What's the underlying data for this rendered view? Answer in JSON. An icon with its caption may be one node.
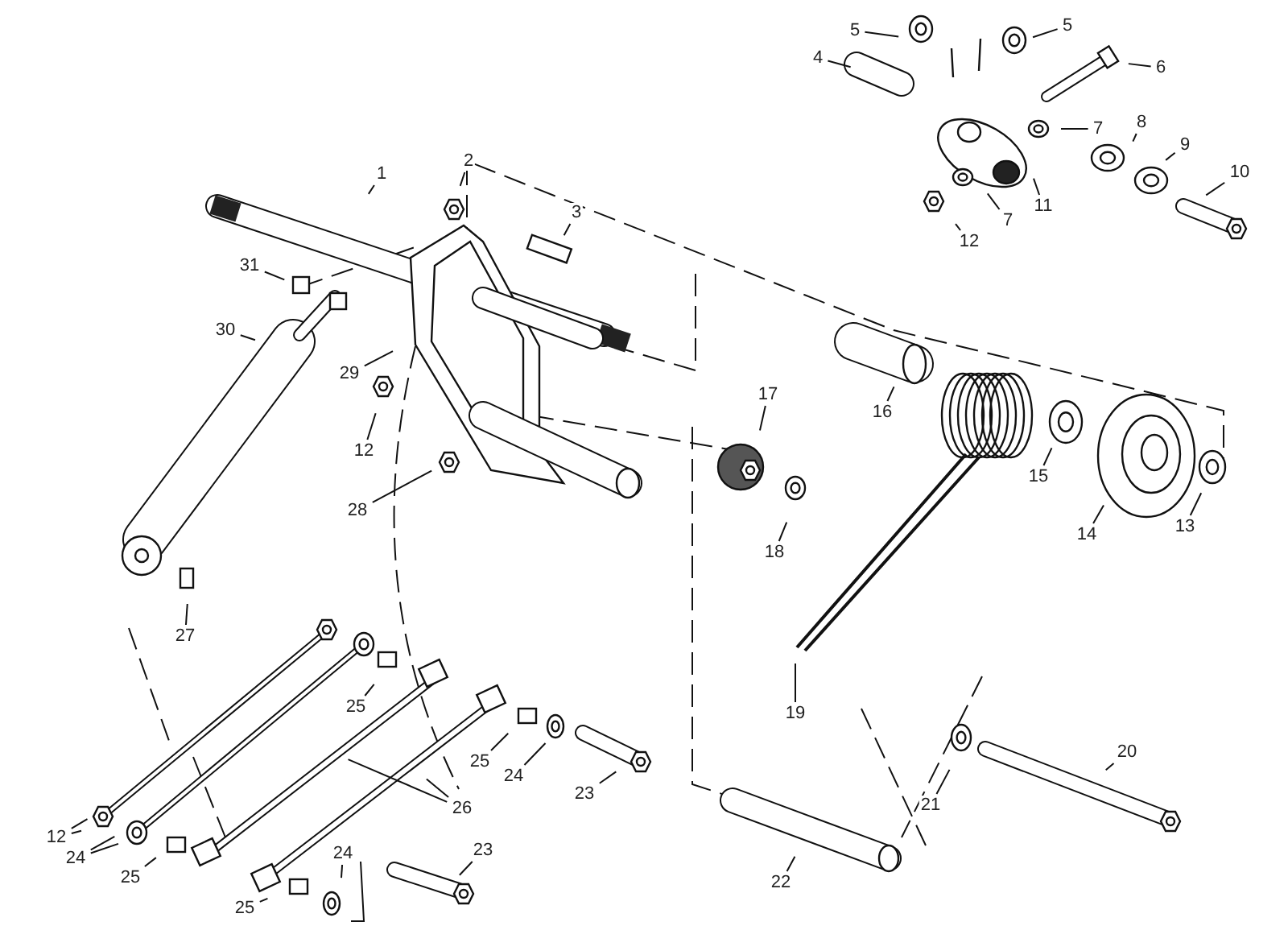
{
  "diagram": {
    "nodes": [
      {
        "text": [
          "5"
        ]
      },
      {
        "text": [
          "5"
        ]
      },
      {
        "text": [
          "4"
        ]
      },
      {
        "text": [
          "6"
        ]
      },
      {
        "text": [
          "7"
        ]
      },
      {
        "text": [
          "8"
        ]
      },
      {
        "text": [
          "9"
        ]
      },
      {
        "text": [
          "2"
        ]
      },
      {
        "text": [
          "10"
        ]
      },
      {
        "text": [
          "1"
        ]
      },
      {
        "text": [
          "11"
        ]
      },
      {
        "text": [
          "3"
        ]
      },
      {
        "text": [
          "7"
        ]
      },
      {
        "text": [
          "12"
        ]
      },
      {
        "text": [
          "31"
        ]
      },
      {
        "text": [
          "30"
        ]
      },
      {
        "text": [
          "29"
        ]
      },
      {
        "text": [
          "17"
        ]
      },
      {
        "text": [
          "16"
        ]
      },
      {
        "text": [
          "12"
        ]
      },
      {
        "text": [
          "15"
        ]
      },
      {
        "text": [
          "28"
        ]
      },
      {
        "text": [
          "13"
        ]
      },
      {
        "text": [
          "14"
        ]
      },
      {
        "text": [
          "18"
        ]
      },
      {
        "text": [
          "27"
        ]
      },
      {
        "text": [
          "25"
        ]
      },
      {
        "text": [
          "19"
        ]
      },
      {
        "text": [
          "25"
        ]
      },
      {
        "text": [
          "20"
        ]
      },
      {
        "text": [
          "24"
        ]
      },
      {
        "text": [
          "23"
        ]
      },
      {
        "text": [
          "26"
        ]
      },
      {
        "text": [
          "21"
        ]
      },
      {
        "text": [
          "12"
        ]
      },
      {
        "text": [
          "24"
        ]
      },
      {
        "text": [
          "23"
        ]
      },
      {
        "text": [
          "24"
        ]
      },
      {
        "text": [
          "25"
        ]
      },
      {
        "text": [
          "22"
        ]
      },
      {
        "text": [
          "25"
        ]
      }
    ],
    "edges": [
      {
        "from": 0,
        "to": null,
        "arrow": "none"
      },
      {
        "from": 1,
        "to": null,
        "arrow": "none"
      },
      {
        "from": 2,
        "to": null,
        "arrow": "none"
      },
      {
        "from": 3,
        "to": null,
        "arrow": "none"
      },
      {
        "from": 4,
        "to": null,
        "arrow": "none"
      },
      {
        "from": 5,
        "to": null,
        "arrow": "none"
      },
      {
        "from": 6,
        "to": null,
        "arrow": "none"
      },
      {
        "from": 7,
        "to": null,
        "arrow": "none"
      },
      {
        "from": 8,
        "to": null,
        "arrow": "none"
      },
      {
        "from": 9,
        "to": null,
        "arrow": "none"
      },
      {
        "from": 10,
        "to": null,
        "arrow": "none"
      },
      {
        "from": 11,
        "to": null,
        "arrow": "none"
      },
      {
        "from": 12,
        "to": null,
        "arrow": "none"
      },
      {
        "from": 13,
        "to": null,
        "arrow": "none"
      },
      {
        "from": 14,
        "to": null,
        "arrow": "none"
      },
      {
        "from": 15,
        "to": null,
        "arrow": "none"
      },
      {
        "from": 16,
        "to": null,
        "arrow": "none"
      },
      {
        "from": 17,
        "to": null,
        "arrow": "none"
      },
      {
        "from": 18,
        "to": null,
        "arrow": "none"
      },
      {
        "from": 19,
        "to": null,
        "arrow": "none"
      },
      {
        "from": 20,
        "to": null,
        "arrow": "none"
      },
      {
        "from": 21,
        "to": null,
        "arrow": "none"
      },
      {
        "from": 22,
        "to": null,
        "arrow": "none"
      },
      {
        "from": 23,
        "to": null,
        "arrow": "none"
      },
      {
        "from": 24,
        "to": null,
        "arrow": "none"
      },
      {
        "from": 25,
        "to": null,
        "arrow": "none"
      },
      {
        "from": 26,
        "to": null,
        "arrow": "none"
      },
      {
        "from": 27,
        "to": null,
        "arrow": "none"
      },
      {
        "from": 28,
        "to": null,
        "arrow": "none"
      },
      {
        "from": 29,
        "to": null,
        "arrow": "none"
      },
      {
        "from": 30,
        "to": null,
        "arrow": "none"
      },
      {
        "from": 31,
        "to": null,
        "arrow": "none"
      },
      {
        "from": 32,
        "to": null,
        "arrow": "none"
      },
      {
        "from": 32,
        "to": null,
        "arrow": "none"
      },
      {
        "from": 33,
        "to": null,
        "arrow": "none"
      },
      {
        "from": 34,
        "to": null,
        "arrow": "none"
      },
      {
        "from": 34,
        "to": null,
        "arrow": "none"
      },
      {
        "from": 35,
        "to": null,
        "arrow": "none"
      },
      {
        "from": 35,
        "to": null,
        "arrow": "none"
      },
      {
        "from": 36,
        "to": null,
        "arrow": "none"
      },
      {
        "from": 37,
        "to": null,
        "arrow": "none"
      },
      {
        "from": 38,
        "to": null,
        "arrow": "none"
      },
      {
        "from": 39,
        "to": null,
        "arrow": "none"
      },
      {
        "from": 40,
        "to": null,
        "arrow": "none"
      }
    ]
  }
}
